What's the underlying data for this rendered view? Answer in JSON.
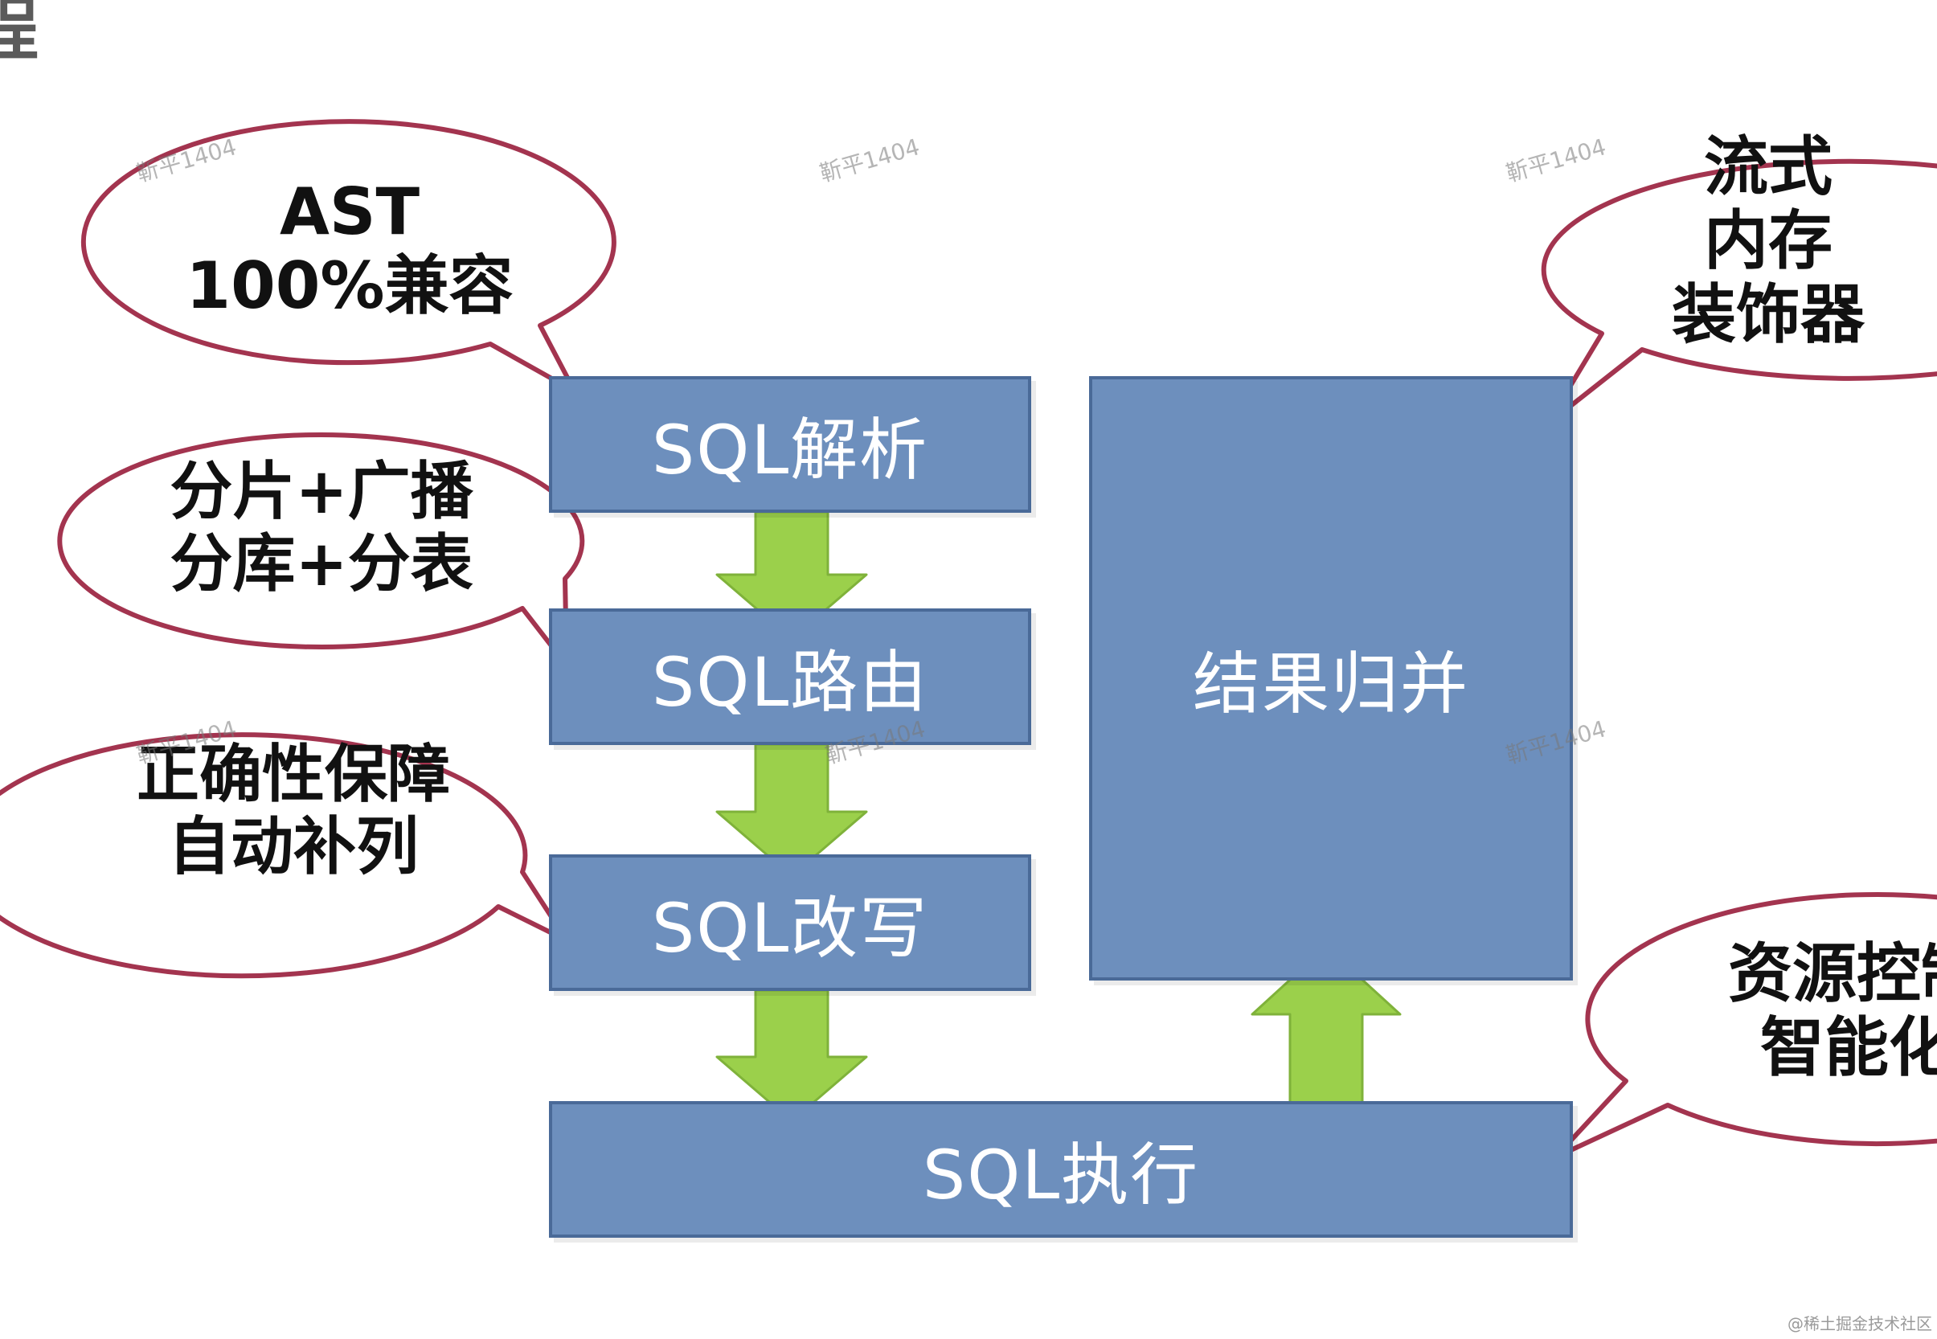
{
  "title": "程",
  "boxes": {
    "parse": "SQL解析",
    "route": "SQL路由",
    "rewrite": "SQL改写",
    "execute": "SQL执行",
    "merge": "结果归并"
  },
  "bubbles": {
    "ast": [
      "AST",
      "100%兼容"
    ],
    "routing": [
      "分片+广播",
      "分库+分表"
    ],
    "rewrite": [
      "正确性保障",
      "自动补列"
    ],
    "merge": [
      "流式",
      "内存",
      "装饰器"
    ],
    "execute": [
      "资源控制",
      "智能化"
    ]
  },
  "watermarks": [
    "靳平1404",
    "靳平1404",
    "靳平1404",
    "靳平1404",
    "靳平1404",
    "靳平1404"
  ],
  "credit": "@稀土掘金技术社区",
  "colors": {
    "box_fill": "#6d8fbd",
    "box_border": "#4a6a98",
    "arrow_fill": "#9bd04b",
    "bubble_border": "#a3344f"
  }
}
